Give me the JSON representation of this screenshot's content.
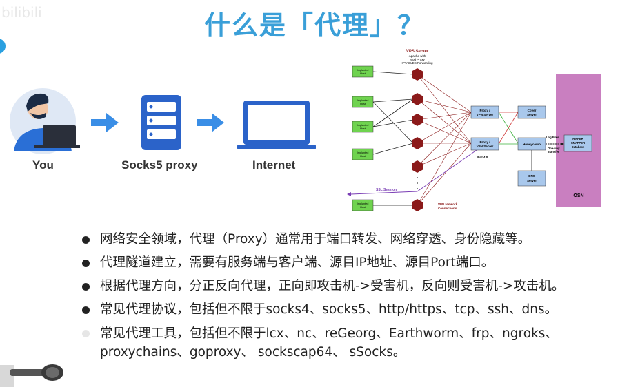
{
  "title": "什么是「代理」？",
  "watermark": "bilibili",
  "flow": {
    "you_label": "You",
    "proxy_label": "Socks5 proxy",
    "internet_label": "Internet"
  },
  "network": {
    "vps_title": "VPS Server",
    "vps_sub1": "Apache with",
    "vps_sub2": "Mod Proxy",
    "vps_sub3": "IPTABLES Forwarding",
    "host_line1": "Implanted",
    "host_line2": "Host",
    "proxy_line1": "Proxy /",
    "proxy_line2": "VPN Server",
    "cover_line1": "Cover",
    "cover_line2": "Server",
    "honeycomb": "Honeycomb",
    "dns_line1": "DNS",
    "dns_line2": "Server",
    "logfiles": "Log Files",
    "oneway1": "One-way",
    "oneway2": "Transfer",
    "ripper1": "RIPPER",
    "ripper2": "SNAPPER",
    "ripper3": "Database",
    "osn": "OSN",
    "blot": "Blot 4.0",
    "ssl": "SSL Session",
    "vpnnet1": "VPN Network",
    "vpnnet2": "Connections"
  },
  "bullets": [
    "网络安全领域，代理（Proxy）通常用于端口转发、网络穿透、身份隐藏等。",
    "代理隧道建立，需要有服务端与客户端、源目IP地址、源目Port端口。",
    "根据代理方向，分正反向代理，正向即攻击机->受害机，反向则受害机->攻击机。",
    "常见代理协议，包括但不限于socks4、socks5、http/https、tcp、ssh、dns。",
    "常见代理工具，包括但不限于lcx、nc、reGeorg、Earthworm、frp、ngroks、proxychains、goproxy、 sockscap64、 sSocks。"
  ],
  "colors": {
    "title": "#3a9fd8",
    "arrow": "#3a8ee6",
    "osn": "#c97fc0",
    "host": "#6fd34f",
    "hex": "#8b1a1a"
  }
}
